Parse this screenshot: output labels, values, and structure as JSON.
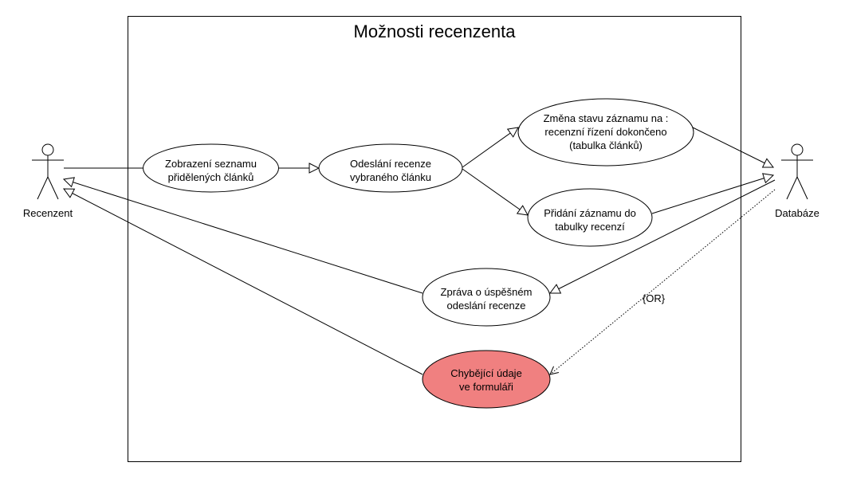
{
  "diagram": {
    "title": "Možnosti recenzenta",
    "actors": {
      "reviewer": "Recenzent",
      "database": "Databáze"
    },
    "use_cases": {
      "list": [
        "Zobrazení seznamu",
        "přidělených článků"
      ],
      "send": [
        "Odeslání recenze",
        "vybraného článku"
      ],
      "status": [
        "Změna stavu záznamu na :",
        "recenzní řízení dokončeno",
        "(tabulka článků)"
      ],
      "add": [
        "Přidání záznamu do",
        "tabulky recenzí"
      ],
      "message": [
        "Zpráva o úspěšném",
        "odeslání recenze"
      ],
      "missing": [
        "Chybějící údaje",
        "ve formuláři"
      ]
    },
    "constraint": "{OR}",
    "colors": {
      "error_fill": "#F08080",
      "line": "#000000"
    }
  }
}
